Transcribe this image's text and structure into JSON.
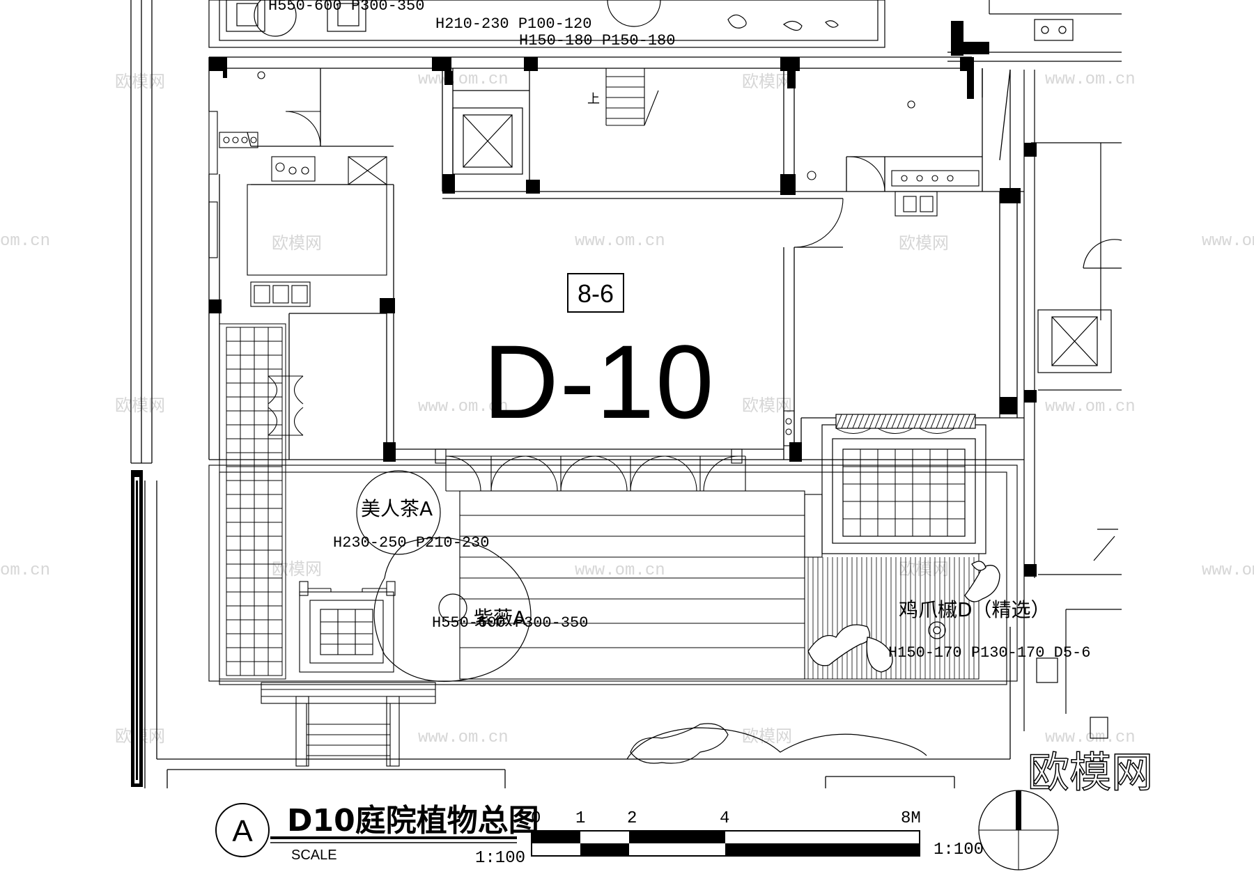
{
  "drawing": {
    "plot_code": "8-6",
    "plot_name": "D-10",
    "title": "D10庭院植物总图",
    "scale_word": "SCALE",
    "scale_ratio": "1:100",
    "scale_ratio_right": "1:100",
    "section_marker": "A",
    "scale_ticks": [
      "0",
      "1",
      "2",
      "4",
      "8M"
    ]
  },
  "plant_labels": {
    "meirencha_name": "美人茶A",
    "meirencha_spec": "H230-250 P210-230",
    "ziwei_name": "紫薇A",
    "ziwei_spec": "H550-600 P300-350",
    "jizhuaqi_name": "鸡爪槭D（精选）",
    "jizhuaqi_spec": "H150-170 P130-170 D5-6",
    "top_spec_1": "H550-600 P300-350",
    "top_spec_2": "H210-230 P100-120",
    "top_spec_3": "H150-180 P150-180"
  },
  "stair_label": "上",
  "watermarks": {
    "brand": "欧模网",
    "url_a": "www.om.cn",
    "url_b": "om.cn"
  },
  "colors": {
    "line": "#000000",
    "watermark": "#d8d8d8"
  }
}
